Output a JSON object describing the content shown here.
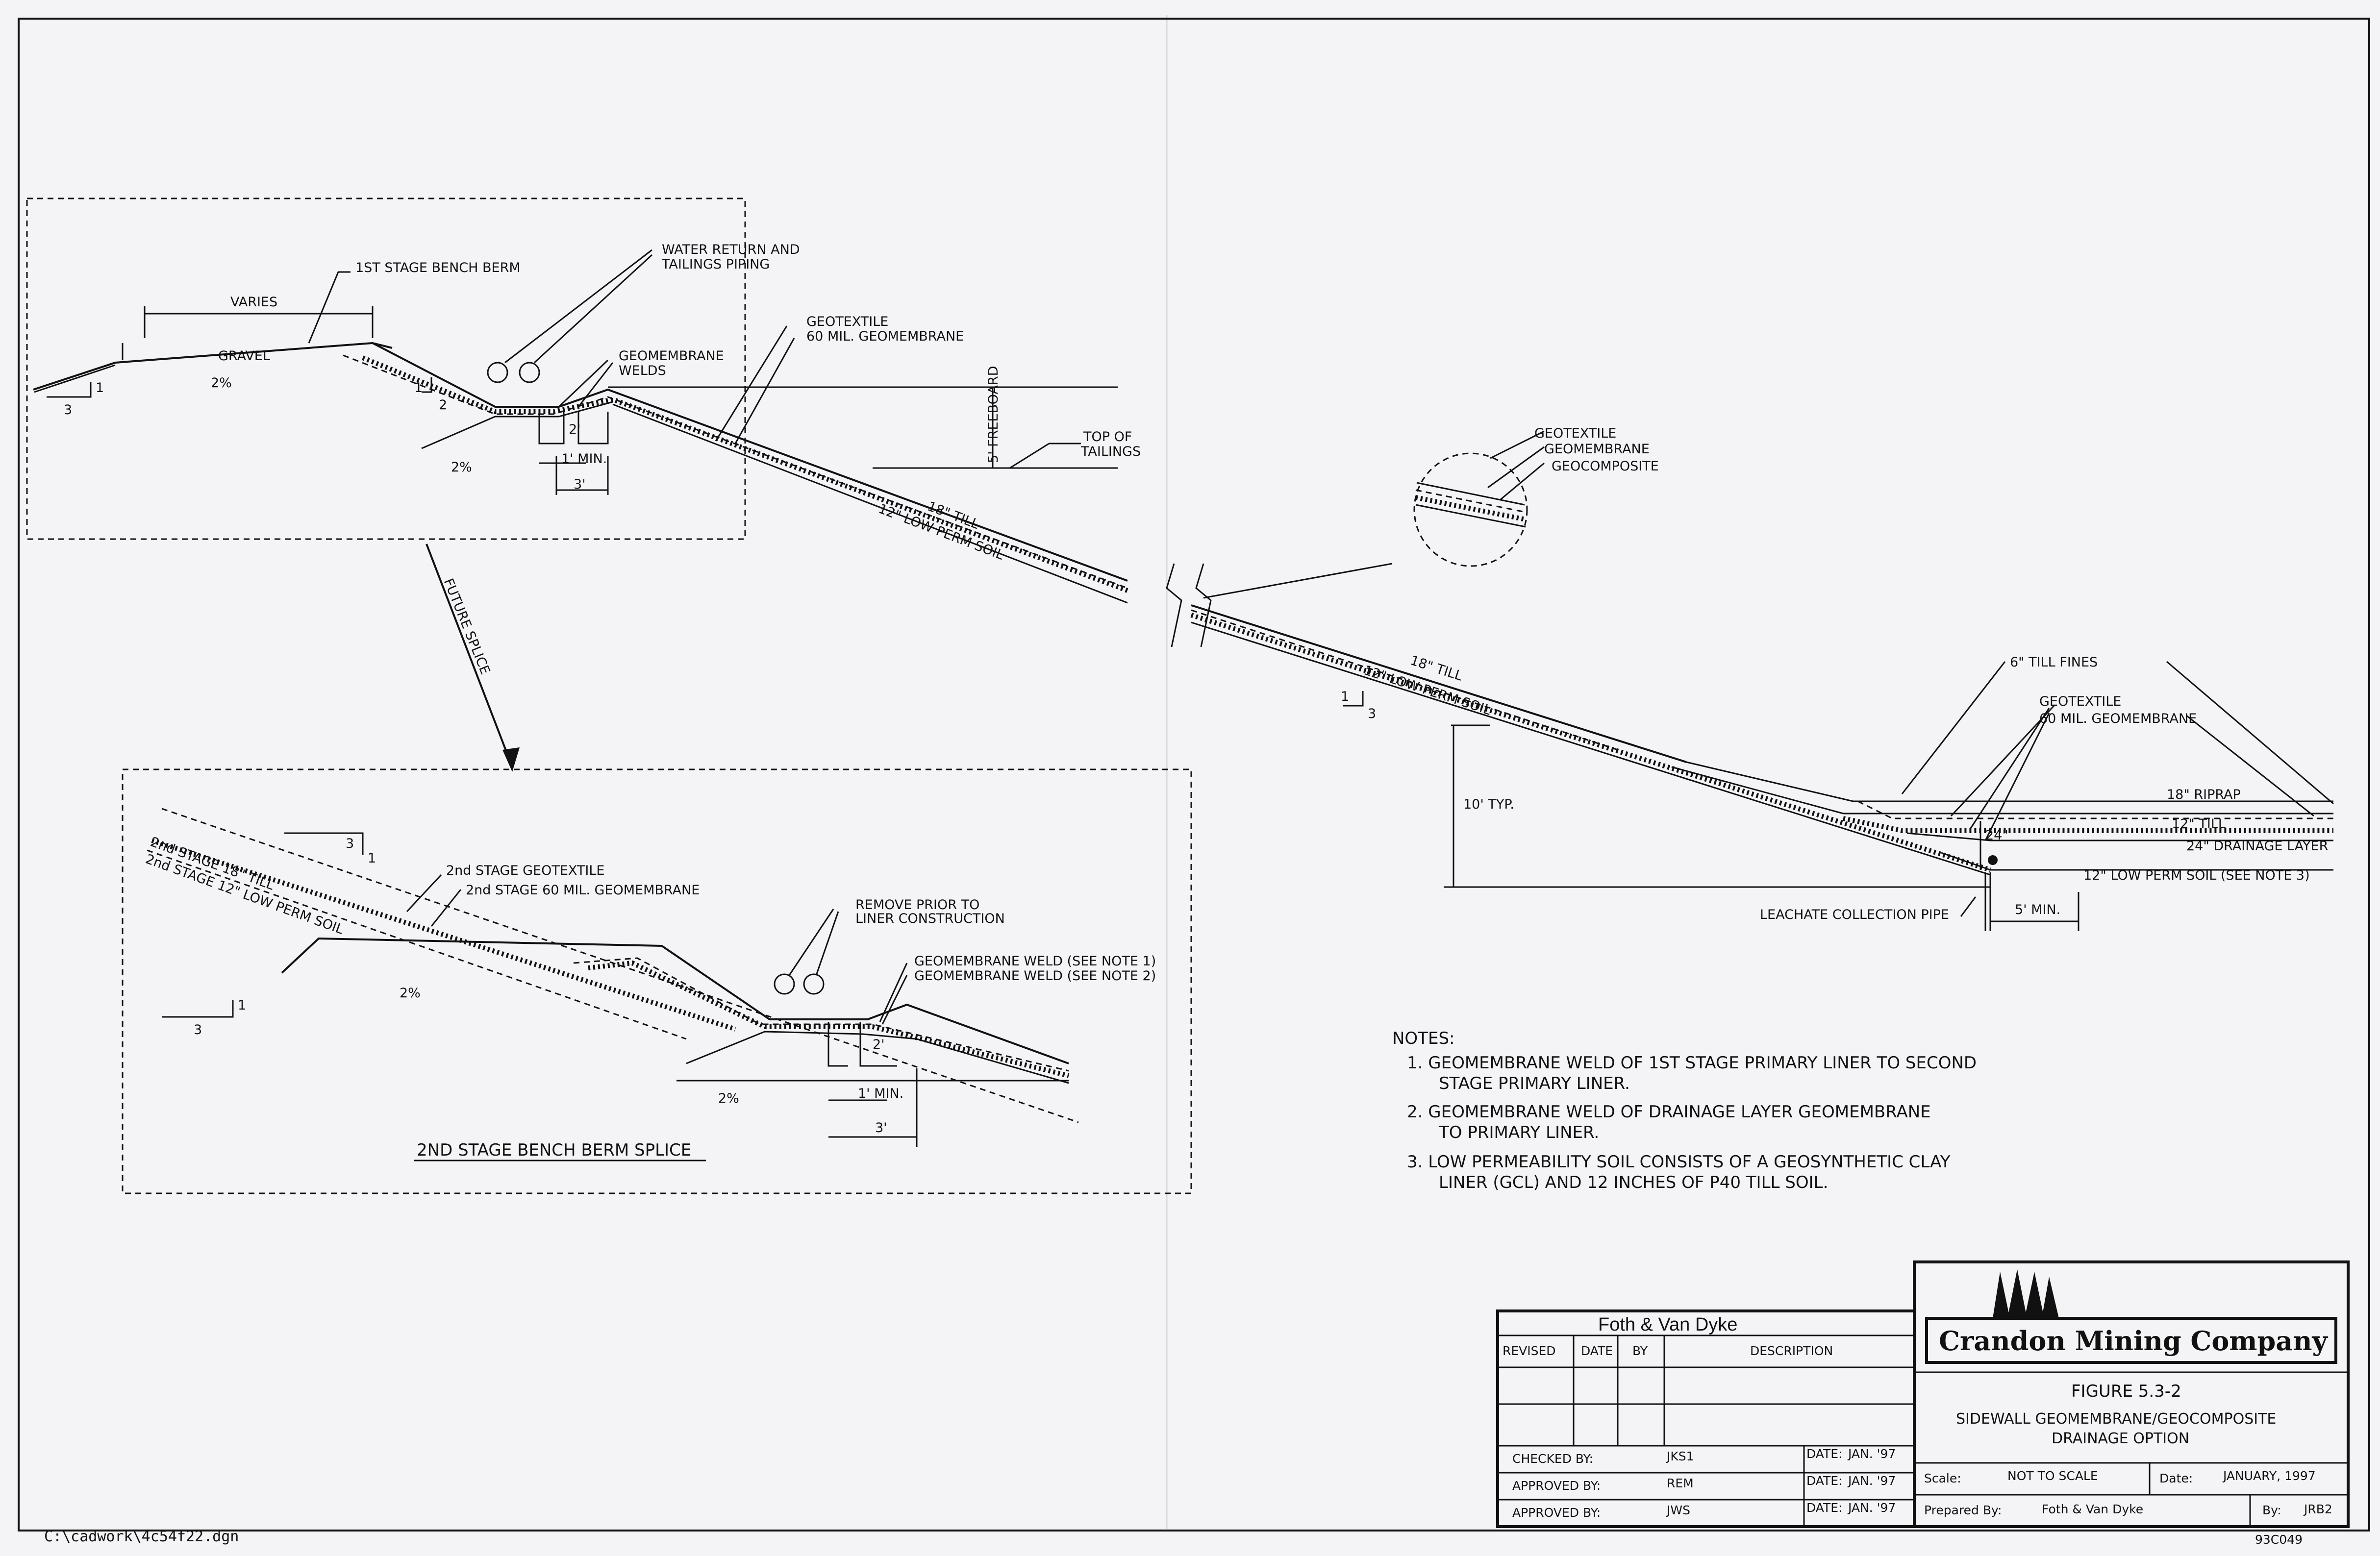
{
  "border_visible": true,
  "colors": {
    "paper": "#f4f4f6",
    "ink": "#111111"
  },
  "top_detail": {
    "bench_berm": "1ST STAGE BENCH BERM",
    "varies": "VARIES",
    "gravel": "GRAVEL",
    "slope_2pct": "2%",
    "slope_2pct_lower": "2%",
    "ratio_3": "3",
    "ratio_1": "1",
    "ratio_1b": "1",
    "ratio_2": "2",
    "water_return_1": "WATER RETURN AND",
    "water_return_2": "TAILINGS PIPING",
    "welds_1": "GEOMEMBRANE",
    "welds_2": "WELDS",
    "dim_2": "2'",
    "dim_1min": "1' MIN.",
    "dim_3": "3'"
  },
  "main_slope": {
    "geotextile": "GEOTEXTILE",
    "geomembrane": "60 MIL. GEOMEMBRANE",
    "freeboard": "5' FREEBOARD",
    "top_tailings_1": "TOP OF",
    "top_tailings_2": "TAILINGS",
    "till_18": "18\" TILL",
    "low_perm_12": "12\" LOW PERM SOIL",
    "till_18b": "18\" TILL",
    "low_perm_12b": "12\" LOW PERM SOIL",
    "ratio_1": "1",
    "ratio_3": "3",
    "future_splice": "FUTURE SPLICE"
  },
  "circle_detail": {
    "geotextile": "GEOTEXTILE",
    "geomembrane": "GEOMEMBRANE",
    "geocomposite": "GEOCOMPOSITE"
  },
  "toe_detail": {
    "till_fines": "6\" TILL FINES",
    "geotextile": "GEOTEXTILE",
    "geomembrane": "60 MIL. GEOMEMBRANE",
    "riprap": "18\" RIPRAP",
    "till_12": "12\" TILL",
    "dim_24": "24\"",
    "drainage": "24\" DRAINAGE LAYER",
    "low_perm": "12\" LOW PERM SOIL (SEE NOTE 3)",
    "typ": "10' TYP.",
    "leachate": "LEACHATE COLLECTION PIPE",
    "min5": "5' MIN."
  },
  "splice_detail": {
    "title": "2ND STAGE BENCH BERM SPLICE",
    "till": "2nd STAGE 18\" TILL",
    "low_perm": "2nd STAGE 12\" LOW PERM SOIL",
    "geotextile": "2nd STAGE GEOTEXTILE",
    "geomembrane": "2nd STAGE 60 MIL. GEOMEMBRANE",
    "remove_1": "REMOVE PRIOR TO",
    "remove_2": "LINER CONSTRUCTION",
    "weld_1": "GEOMEMBRANE WELD (SEE NOTE 1)",
    "weld_2": "GEOMEMBRANE WELD (SEE NOTE 2)",
    "ratio_3": "3",
    "ratio_1": "1",
    "ratio_3b": "3",
    "ratio_1b": "1",
    "slope_2pct": "2%",
    "slope_2pct_b": "2%",
    "dim_2": "2'",
    "dim_1min": "1' MIN.",
    "dim_3": "3'"
  },
  "notes": {
    "heading": "NOTES:",
    "n1_a": "1.  GEOMEMBRANE WELD OF 1ST STAGE PRIMARY LINER TO SECOND",
    "n1_b": "STAGE PRIMARY LINER.",
    "n2_a": "2.  GEOMEMBRANE WELD OF DRAINAGE LAYER GEOMEMBRANE",
    "n2_b": "TO PRIMARY LINER.",
    "n3_a": "3.  LOW PERMEABILITY SOIL CONSISTS OF A GEOSYNTHETIC CLAY",
    "n3_b": "LINER (GCL) AND 12 INCHES OF P40 TILL SOIL."
  },
  "title_block": {
    "firm": "Foth  &  Van Dyke",
    "revised": "REVISED",
    "date": "DATE",
    "by": "BY",
    "description": "DESCRIPTION",
    "checked_by": "CHECKED BY:",
    "checked_val": "JKS1",
    "approved_by_1": "APPROVED BY:",
    "approved_val_1": "REM",
    "approved_by_2": "APPROVED BY:",
    "approved_val_2": "JWS",
    "date_label": "DATE:",
    "date_val": "JAN. '97",
    "company": "Crandon Mining Company",
    "figure": "FIGURE 5.3-2",
    "fig_title_1": "SIDEWALL GEOMEMBRANE/GEOCOMPOSITE",
    "fig_title_2": "DRAINAGE OPTION",
    "scale_label": "Scale:",
    "scale_val": "NOT TO SCALE",
    "date2_label": "Date:",
    "date2_val": "JANUARY, 1997",
    "prepared_label": "Prepared By:",
    "prepared_val": "Foth  &  Van Dyke",
    "by_label": "By:",
    "by_val": "JRB2",
    "drawing_no": "93C049"
  },
  "file_path": "C:\\cadwork\\4c54f22.dgn"
}
